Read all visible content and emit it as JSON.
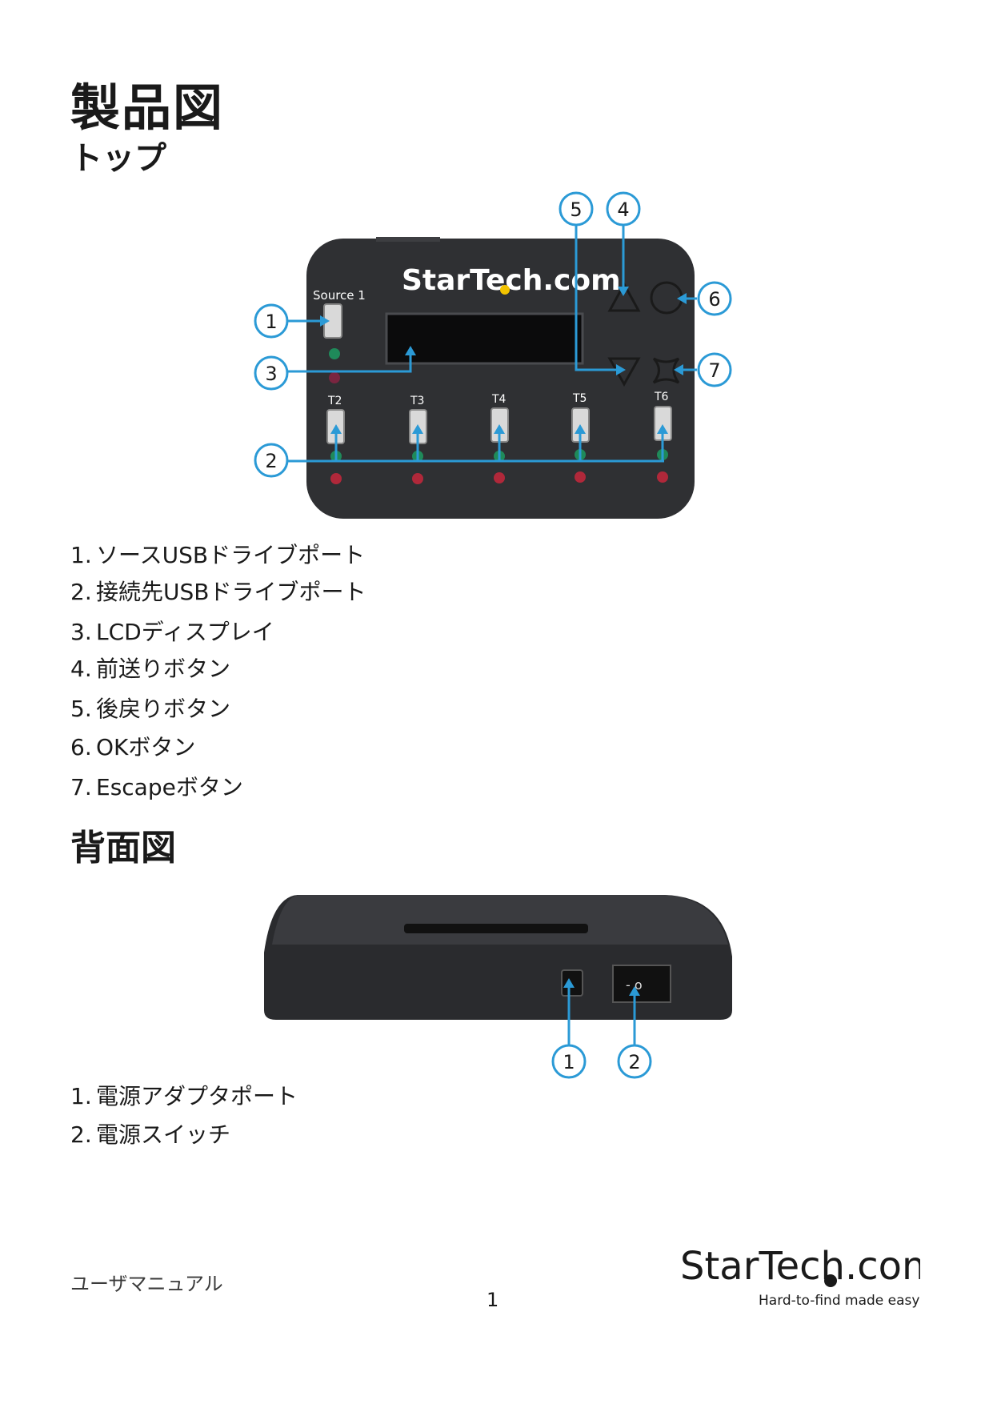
{
  "title": "製品図",
  "top_section": {
    "heading": "トップ",
    "device": {
      "logo": "StarTech.com",
      "source_label": "Source 1",
      "port_labels": [
        "T2",
        "T3",
        "T4",
        "T5",
        "T6"
      ]
    },
    "callouts": [
      "1",
      "2",
      "3",
      "4",
      "5",
      "6",
      "7"
    ],
    "items": [
      {
        "num": "1.",
        "text": "ソースUSBドライブポート"
      },
      {
        "num": "2.",
        "text": "接続先USBドライブポート"
      },
      {
        "num": "3.",
        "text": "LCDディスプレイ"
      },
      {
        "num": "4.",
        "text": "前送りボタン"
      },
      {
        "num": "5.",
        "text": "後戻りボタン"
      },
      {
        "num": "6.",
        "text": "OKボタン"
      },
      {
        "num": "7.",
        "text": "Escapeボタン"
      }
    ]
  },
  "back_section": {
    "heading": "背面図",
    "callouts": [
      "1",
      "2"
    ],
    "items": [
      {
        "num": "1.",
        "text": "電源アダプタポート"
      },
      {
        "num": "2.",
        "text": "電源スイッチ"
      }
    ]
  },
  "footer": {
    "left": "ユーザマニュアル",
    "page": "1",
    "logo": "StarTech.com",
    "tagline": "Hard-to-find made easy"
  },
  "colors": {
    "callout_blue": "#2b9ad6",
    "device_body": "#2f3033",
    "led_green": "#1f8a5a",
    "led_red": "#b0283a",
    "logo_dot": "#f2c300"
  }
}
